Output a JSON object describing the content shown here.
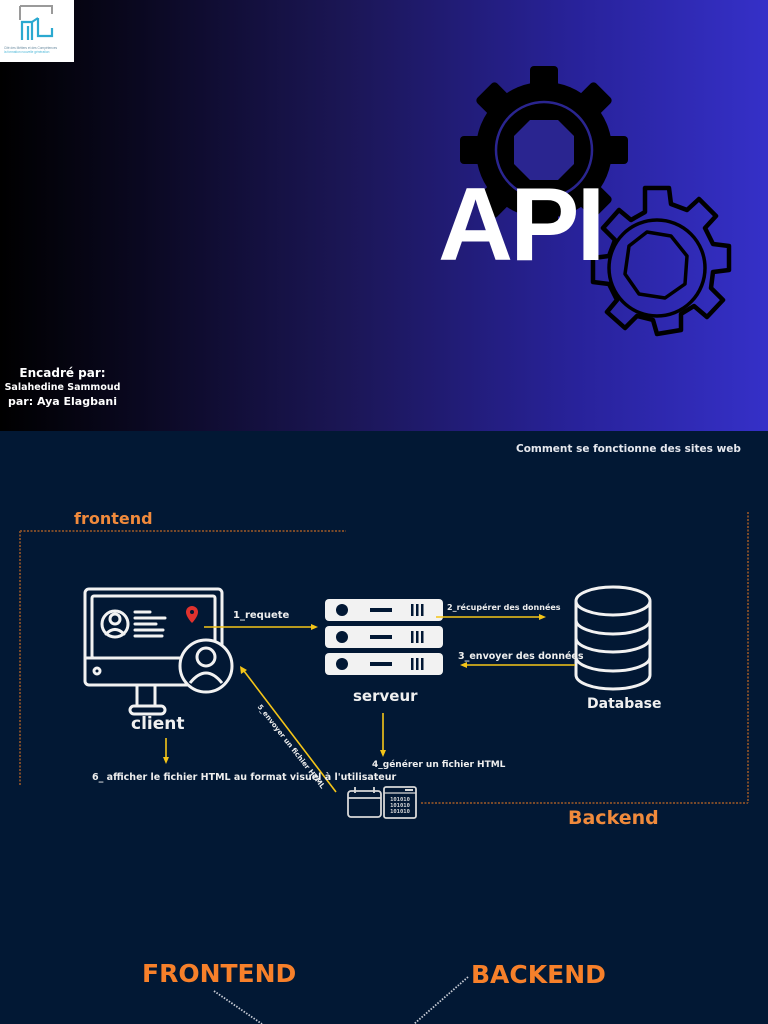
{
  "hero": {
    "logo": {
      "caption_line1": "Cité des Métiers et des Compétences",
      "caption_line2": "la formation nouvelle génération"
    },
    "title": "API",
    "credits": {
      "supervised_by_label": "Encadré par:",
      "supervisor_name": "Salahedine Sammoud",
      "author_line": "par: Aya Elagbani"
    },
    "icons": [
      "gear-icon-filled",
      "gear-icon-outline"
    ]
  },
  "diagram": {
    "subtitle": "Comment se fonctionne des sites web",
    "frontend_label": "frontend",
    "backend_label": "Backend",
    "nodes": {
      "client": "client",
      "server": "serveur",
      "database": "Database"
    },
    "steps": {
      "step1": "1_requete",
      "step2": "2_récupérer des données",
      "step3": "3_envoyer des données",
      "step4": "4_générer un fichier HTML",
      "step5": "5_envoyer un fichier HTML",
      "step6": "6_ afficher le fichier HTML au format visuel à l'utilisateur"
    },
    "binary_rows": [
      "101010",
      "101010",
      "101010"
    ],
    "colors": {
      "background": "#021834",
      "accent_orange": "#f08a3c",
      "arrow_yellow": "#f5c518",
      "icon_white": "#f2f2f2"
    }
  },
  "bottom": {
    "frontend_heading": "FRONTEND",
    "backend_heading": "BACKEND"
  }
}
